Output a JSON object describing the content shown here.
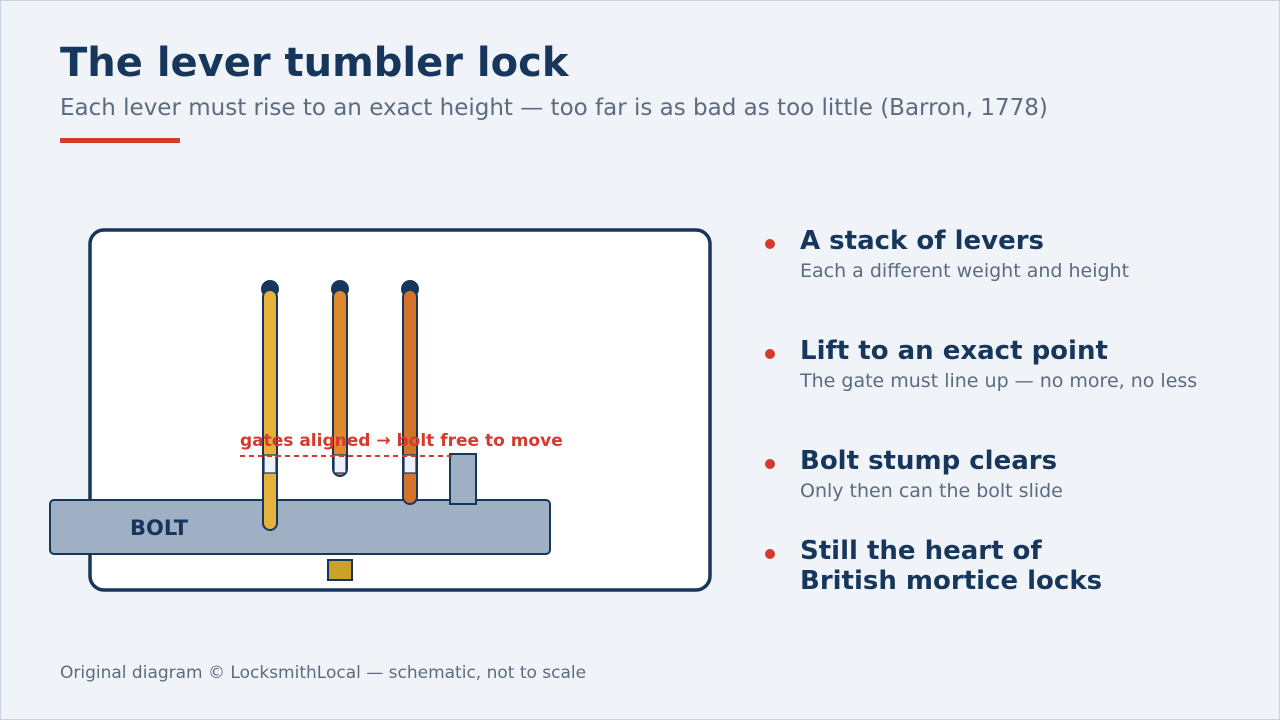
{
  "slide": {
    "title": "The lever tumbler lock",
    "subtitle": "Each lever must rise to an exact height — too far is as bad as too little (Barron, 1778)",
    "footer": "Original diagram © LocksmithLocal — schematic, not to scale"
  },
  "diagram": {
    "bolt_label": "BOLT",
    "gate_annotation": "gates aligned → bolt free to move",
    "lever_colors": [
      "#e6b23c",
      "#e08a30",
      "#d4742c"
    ],
    "bolt_color": "#a0b0c4",
    "key_color": "#c9a227",
    "annotation_color": "#d63a2f"
  },
  "points": [
    {
      "heading": "A stack of levers",
      "desc": "Each a different weight and height"
    },
    {
      "heading": "Lift to an exact point",
      "desc": "The gate must line up — no more, no less"
    },
    {
      "heading": "Bolt stump clears",
      "desc": "Only then can the bolt slide"
    },
    {
      "heading": "Still the heart of\nBritish mortice locks",
      "desc": ""
    }
  ],
  "colors": {
    "navy": "#16365c",
    "accent": "#d63a2f",
    "muted": "#5c6b80",
    "background": "#f0f3f8"
  }
}
